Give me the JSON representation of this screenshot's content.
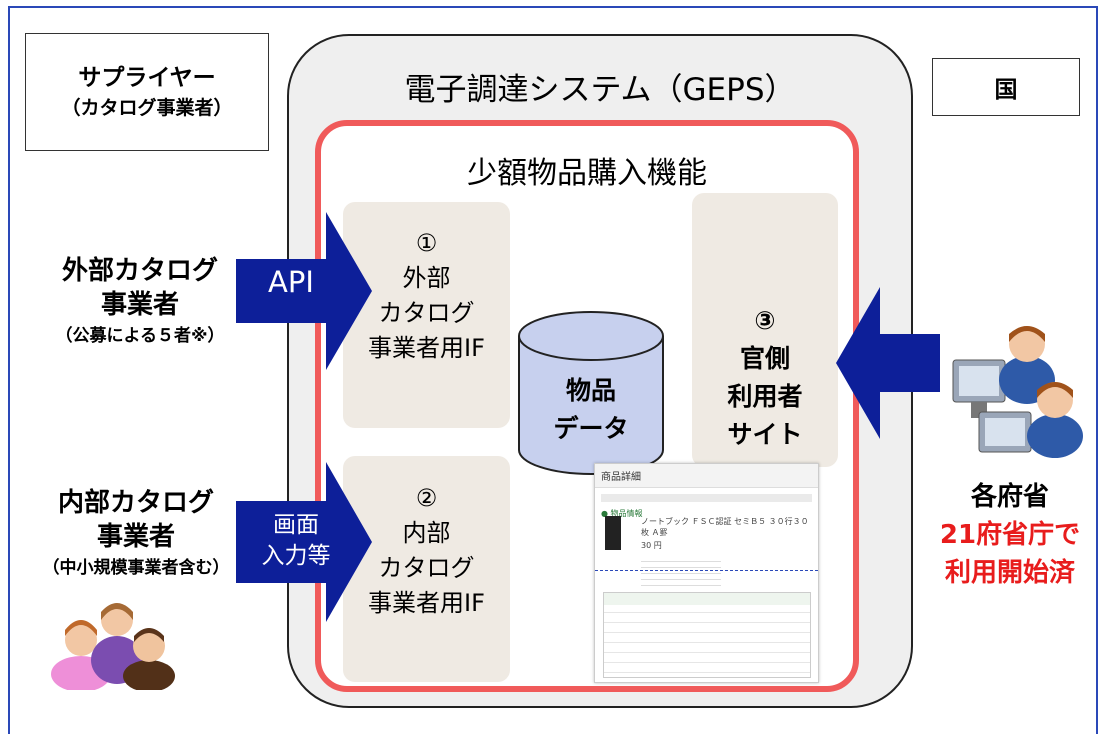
{
  "supplier": {
    "title": "サプライヤー",
    "subtitle": "（カタログ事業者）"
  },
  "country": {
    "label": "国"
  },
  "geps": {
    "title": "電子調達システム（GEPS）"
  },
  "function": {
    "title": "少額物品購入機能"
  },
  "panel1": {
    "number": "①",
    "line1": "外部",
    "line2": "カタログ",
    "line3": "事業者用IF"
  },
  "panel2": {
    "number": "②",
    "line1": "内部",
    "line2": "カタログ",
    "line3": "事業者用IF"
  },
  "panel3": {
    "number": "③",
    "line1": "官側",
    "line2": "利用者",
    "line3": "サイト"
  },
  "database": {
    "line1": "物品",
    "line2": "データ"
  },
  "arrows": {
    "api": "API",
    "input_line1": "画面",
    "input_line2": "入力等"
  },
  "external_suppliers": {
    "line1": "外部カタログ",
    "line2": "事業者",
    "note": "（公募による５者※）"
  },
  "internal_suppliers": {
    "line1": "内部カタログ",
    "line2": "事業者",
    "note": "（中小規模事業者含む）"
  },
  "agencies": {
    "line1": "各府省",
    "line2": "21府省庁で",
    "line3": "利用開始済"
  },
  "screenshot": {
    "header": "商品詳細",
    "section": "● 物品情報",
    "product_name": "ノートブック ＦＳＣ認証 セミＢ５ ３０行３０枚 Ａ罫",
    "price": "30 円"
  },
  "colors": {
    "arrow": "#0d1f99",
    "func_border": "#f05a5a",
    "geps_bg": "#efefef",
    "panel_bg": "#efeae3",
    "cylinder": "#c7d0ee",
    "highlight_text": "#e81c1c",
    "frame": "#2a48b8"
  }
}
